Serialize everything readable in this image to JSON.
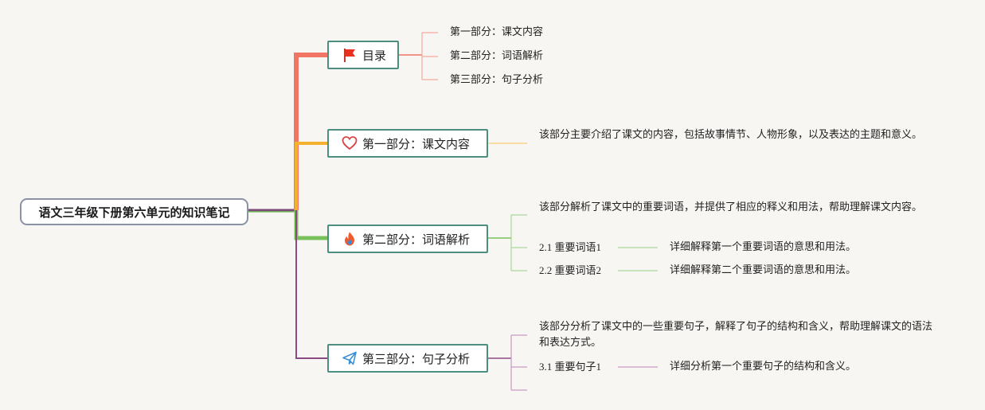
{
  "root": {
    "label": "语文三年级下册第六单元的知识笔记"
  },
  "branches": [
    {
      "label": "目录",
      "icon": "flag-icon",
      "color": "#f07564",
      "children": [
        {
          "label": "第一部分：课文内容"
        },
        {
          "label": "第二部分：词语解析"
        },
        {
          "label": "第三部分：句子分析"
        }
      ]
    },
    {
      "label": "第一部分：课文内容",
      "icon": "heart-icon",
      "color": "#f3b12f",
      "description": "该部分主要介绍了课文的内容，包括故事情节、人物形象，以及表达的主题和意义。"
    },
    {
      "label": "第二部分：词语解析",
      "icon": "flame-icon",
      "color": "#78c05a",
      "description": "该部分解析了课文中的重要词语，并提供了相应的释义和用法，帮助理解课文内容。",
      "items": [
        {
          "label": "2.1 重要词语1",
          "detail": "详细解释第一个重要词语的意思和用法。"
        },
        {
          "label": "2.2 重要词语2",
          "detail": "详细解释第二个重要词语的意思和用法。"
        }
      ]
    },
    {
      "label": "第三部分：句子分析",
      "icon": "paper-plane-icon",
      "color": "#8c4a84",
      "description": "该部分分析了课文中的一些重要句子，解释了句子的结构和含义，帮助理解课文的语法和表达方式。",
      "items": [
        {
          "label": "3.1 重要句子1",
          "detail": "详细分析第一个重要句子的结构和含义。"
        }
      ]
    }
  ],
  "colors": {
    "background": "#f8f6f2",
    "node_border": "#4c8f80",
    "root_border": "#8a93a6"
  }
}
